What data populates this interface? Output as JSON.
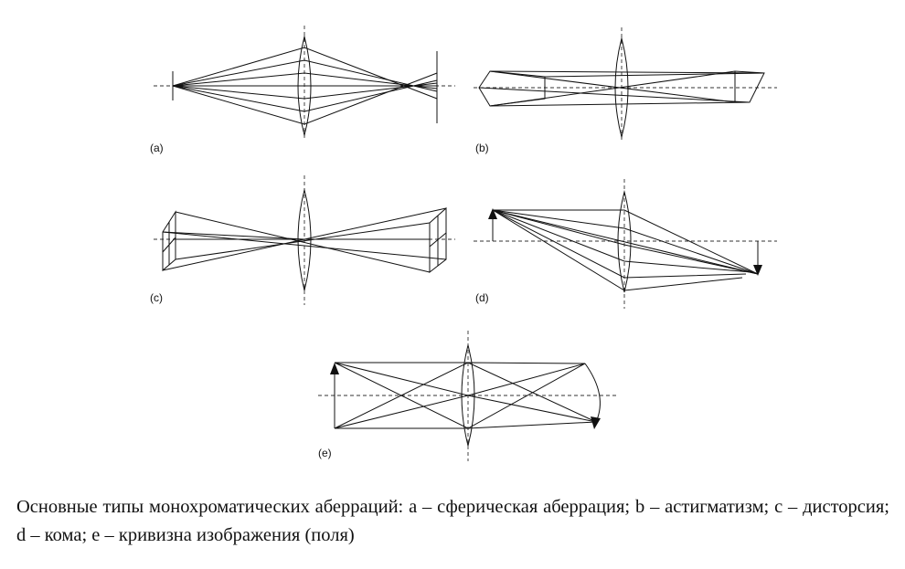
{
  "panels": [
    {
      "id": "a",
      "label": "(a)"
    },
    {
      "id": "b",
      "label": "(b)"
    },
    {
      "id": "c",
      "label": "(c)"
    },
    {
      "id": "d",
      "label": "(d)"
    },
    {
      "id": "e",
      "label": "(e)"
    }
  ],
  "caption": "Основные типы монохроматических аберраций: a – сферическая аберрация; b – астигматизм; c – дисторсия; d – кома; e – кривизна изображения (поля)"
}
